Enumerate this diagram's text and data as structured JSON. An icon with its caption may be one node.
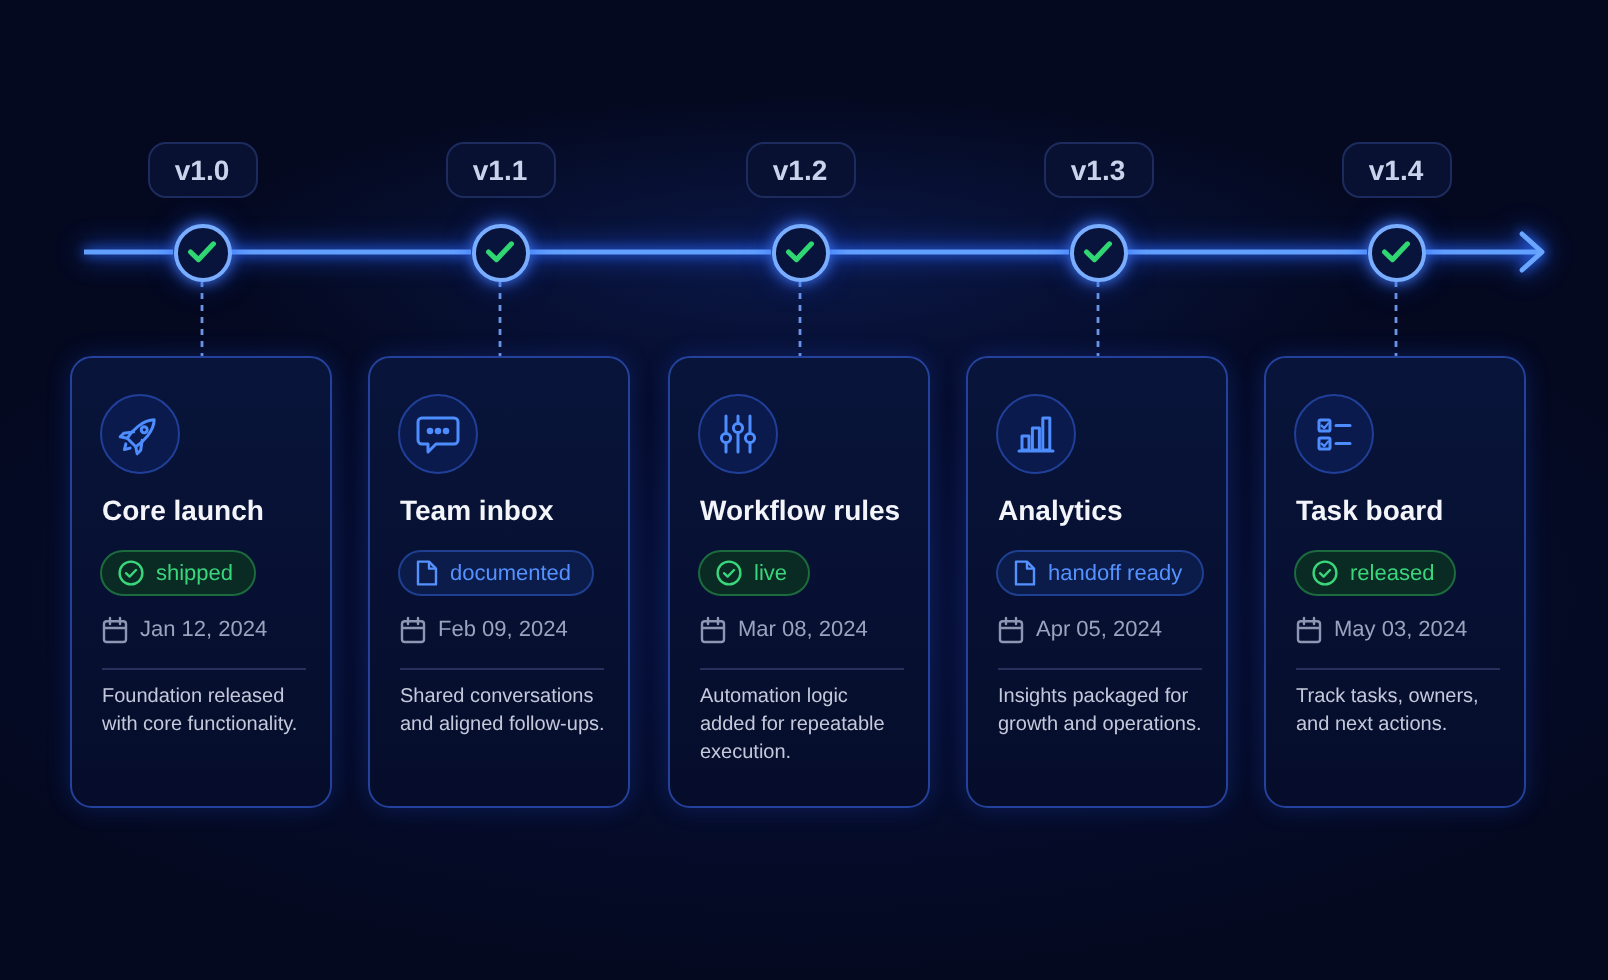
{
  "diagram": {
    "nodes": [
      {
        "text": [
          "v1.0"
        ]
      },
      {
        "text": [
          "v1.1"
        ]
      },
      {
        "text": [
          "v1.2"
        ]
      },
      {
        "text": [
          "v1.3"
        ]
      },
      {
        "text": [
          "v1.4"
        ]
      },
      {
        "text": [],
        "shape": "circle"
      },
      {
        "text": [],
        "shape": "circle"
      },
      {
        "text": [],
        "shape": "circle"
      },
      {
        "text": [],
        "shape": "circle"
      },
      {
        "text": [],
        "shape": "circle"
      },
      {
        "text": [
          "Core launch",
          "Jan 12, 2024",
          "Foundation released with core functionality."
        ]
      },
      {
        "text": [
          "Team inbox",
          "Feb 09, 2024",
          "Shared conversations and aligned follow-ups."
        ]
      },
      {
        "text": [
          "Workflow rules",
          "Mar 08, 2024",
          "Automation logic added for repeatable execution."
        ]
      },
      {
        "text": [
          "Analytics",
          "Apr 05, 2024",
          "Insights packaged for growth and operations."
        ]
      },
      {
        "text": [
          "Task board",
          "May 03, 2024",
          "Track tasks, owners, and next actions."
        ]
      },
      {
        "text": [
          "shipped"
        ],
        "in": 10
      },
      {
        "text": [
          "documented"
        ],
        "in": 11
      },
      {
        "text": [
          "live"
        ],
        "in": 12
      },
      {
        "text": [
          "handoff ready"
        ],
        "in": 13
      },
      {
        "text": [
          "released"
        ],
        "in": 14
      }
    ],
    "edges": [
      {
        "from": null,
        "to": 5,
        "arrow": "none"
      },
      {
        "from": 5,
        "to": 6,
        "arrow": "none"
      },
      {
        "from": 6,
        "to": 7,
        "arrow": "none"
      },
      {
        "from": 7,
        "to": 8,
        "arrow": "none"
      },
      {
        "from": 8,
        "to": 9,
        "arrow": "none"
      },
      {
        "from": 9,
        "to": null,
        "arrow": "to"
      },
      {
        "from": 5,
        "to": 10,
        "arrow": "none",
        "style": "dashed"
      },
      {
        "from": 6,
        "to": 11,
        "arrow": "none",
        "style": "dashed"
      },
      {
        "from": 7,
        "to": 12,
        "arrow": "none",
        "style": "dashed"
      },
      {
        "from": 8,
        "to": 13,
        "arrow": "none",
        "style": "dashed"
      },
      {
        "from": 9,
        "to": 14,
        "arrow": "none",
        "style": "dashed"
      }
    ]
  }
}
